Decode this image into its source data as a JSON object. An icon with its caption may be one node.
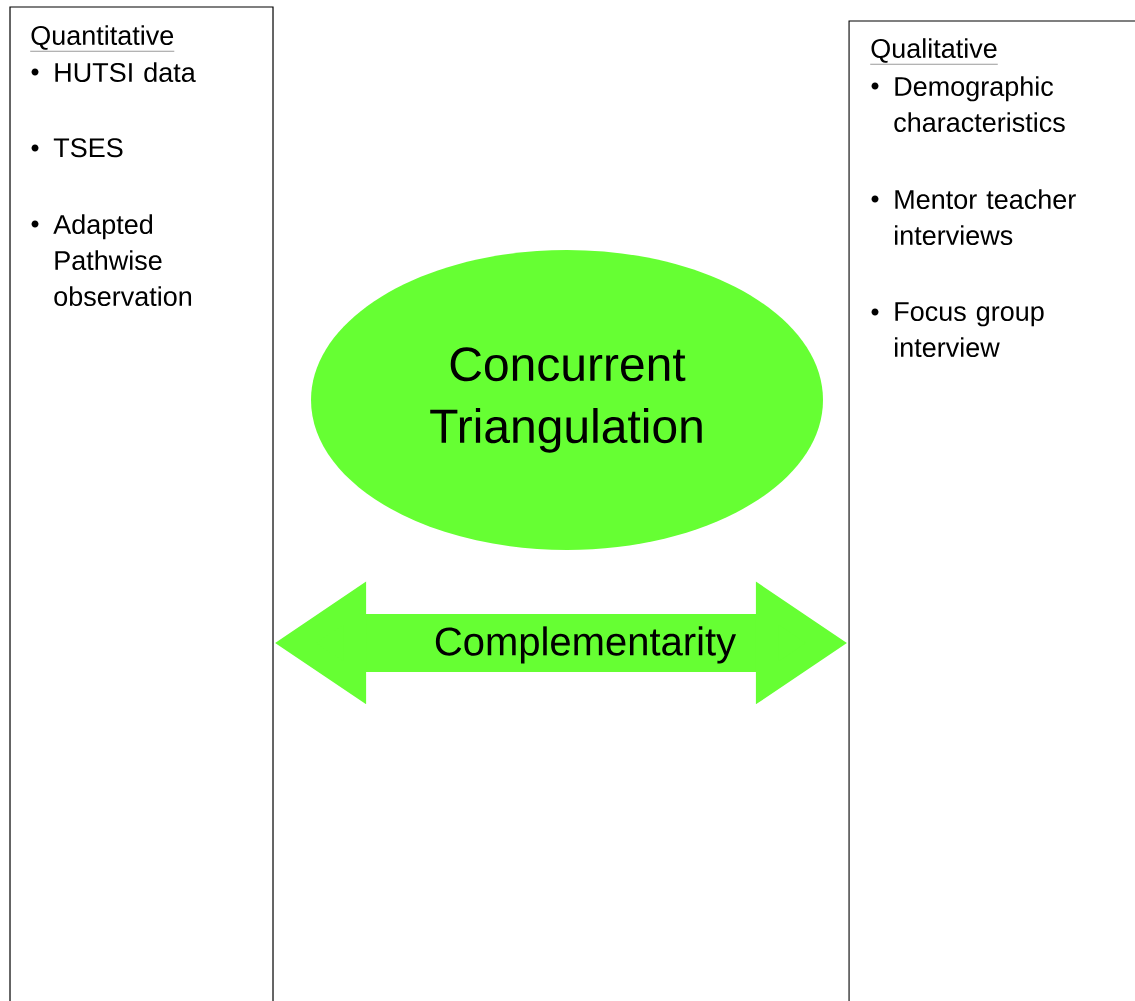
{
  "diagram": {
    "nodes": [
      {
        "text": [
          "Quantitative",
          "HUTSI data",
          "TSES",
          "Adapted Pathwise observation"
        ]
      },
      {
        "text": [
          "Qualitative",
          "Demographic characteristics",
          "Mentor teacher interviews",
          "Focus group interview"
        ]
      },
      {
        "text": [
          "Concurrent Triangulation"
        ]
      }
    ],
    "edges": [
      {
        "from": 0,
        "to": 1,
        "arrow": "both",
        "label": "Complementarity",
        "color": "#66ff33"
      }
    ]
  }
}
